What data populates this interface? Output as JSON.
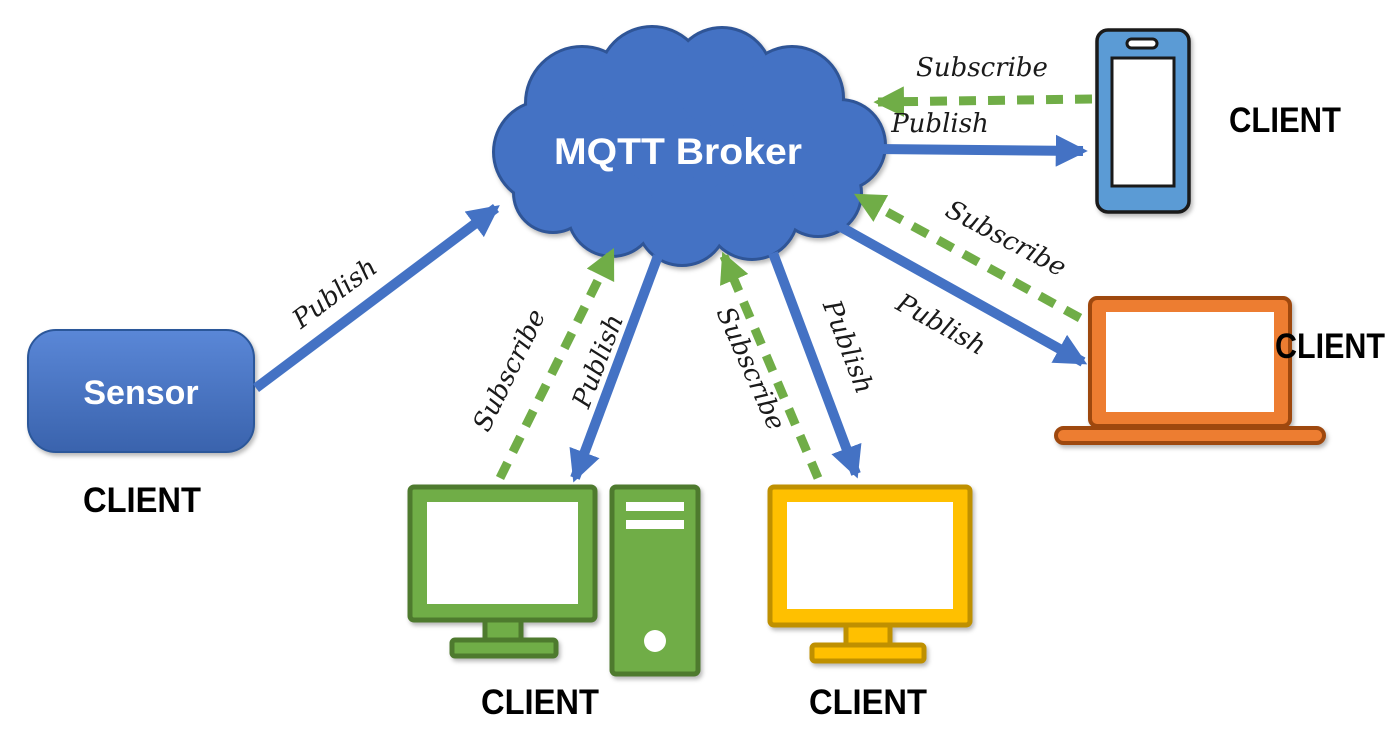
{
  "broker": {
    "label": "MQTT Broker"
  },
  "nodes": {
    "sensor": {
      "label": "Sensor",
      "role": "CLIENT"
    },
    "phone": {
      "role": "CLIENT"
    },
    "laptop": {
      "role": "CLIENT"
    },
    "desktop": {
      "role": "CLIENT"
    },
    "monitor": {
      "role": "CLIENT"
    }
  },
  "edges": {
    "sensor_publish": {
      "label": "Publish"
    },
    "desktop_subscribe": {
      "label": "Subscribe"
    },
    "desktop_publish": {
      "label": "Publish"
    },
    "monitor_subscribe": {
      "label": "Subscribe"
    },
    "monitor_publish": {
      "label": "Publish"
    },
    "laptop_subscribe": {
      "label": "Subscribe"
    },
    "laptop_publish": {
      "label": "Publish"
    },
    "phone_subscribe": {
      "label": "Subscribe"
    },
    "phone_publish": {
      "label": "Publish"
    }
  },
  "colors": {
    "blue": "#4472C4",
    "blue_dark": "#2F5597",
    "light_blue": "#5B9BD5",
    "green": "#70AD47",
    "green_dark": "#4E7A2E",
    "orange": "#ED7D31",
    "orange_dark": "#9E480E",
    "gold": "#FFC000",
    "gold_dark": "#BF9000",
    "text": "#000000",
    "label_text": "#1A1A1A"
  }
}
